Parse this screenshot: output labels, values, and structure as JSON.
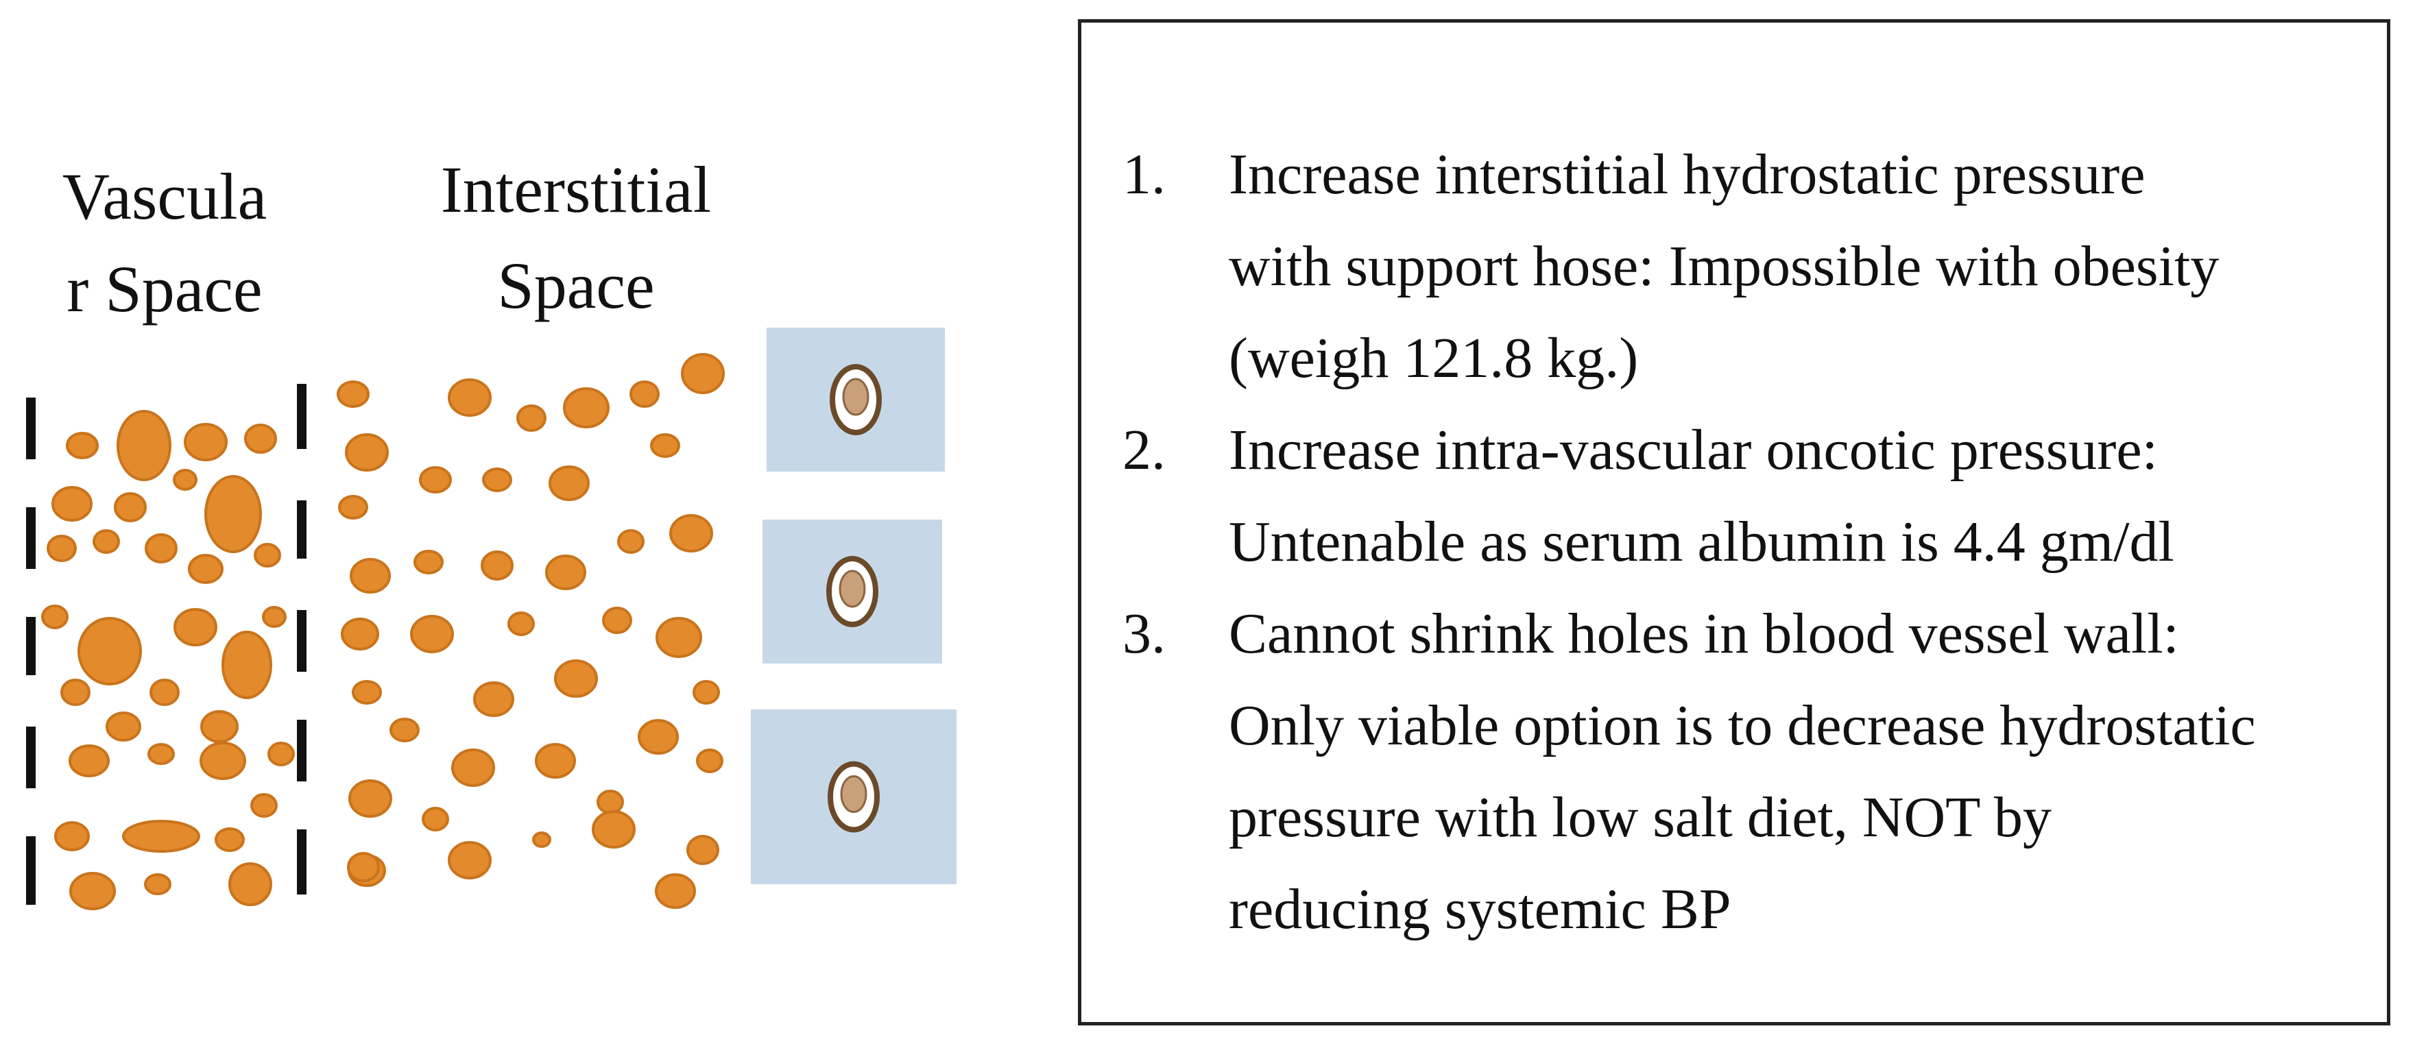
{
  "diagram": {
    "vascular_label_line1": "Vascula",
    "vascular_label_line2": "r Space",
    "interstitial_label_line1": "Interstitial",
    "interstitial_label_line2": "Space"
  },
  "list": {
    "items": [
      {
        "number": "1.",
        "lines": [
          "Increase interstitial hydrostatic pressure",
          "with support hose: Impossible with obesity",
          "(weigh 121.8 kg.)"
        ]
      },
      {
        "number": "2.",
        "lines": [
          "Increase intra-vascular oncotic pressure:",
          "Untenable as serum albumin is 4.4 gm/dl"
        ]
      },
      {
        "number": "3.",
        "lines": [
          "Cannot shrink holes in blood vessel wall:",
          "Only viable option is to decrease hydrostatic",
          "pressure with low salt diet, NOT by",
          "reducing systemic BP"
        ]
      }
    ]
  },
  "colors": {
    "particle": "#e38a2c",
    "particle_edge": "#c9741c",
    "wall": "#111111",
    "cell_box": "#c6d8e8"
  }
}
